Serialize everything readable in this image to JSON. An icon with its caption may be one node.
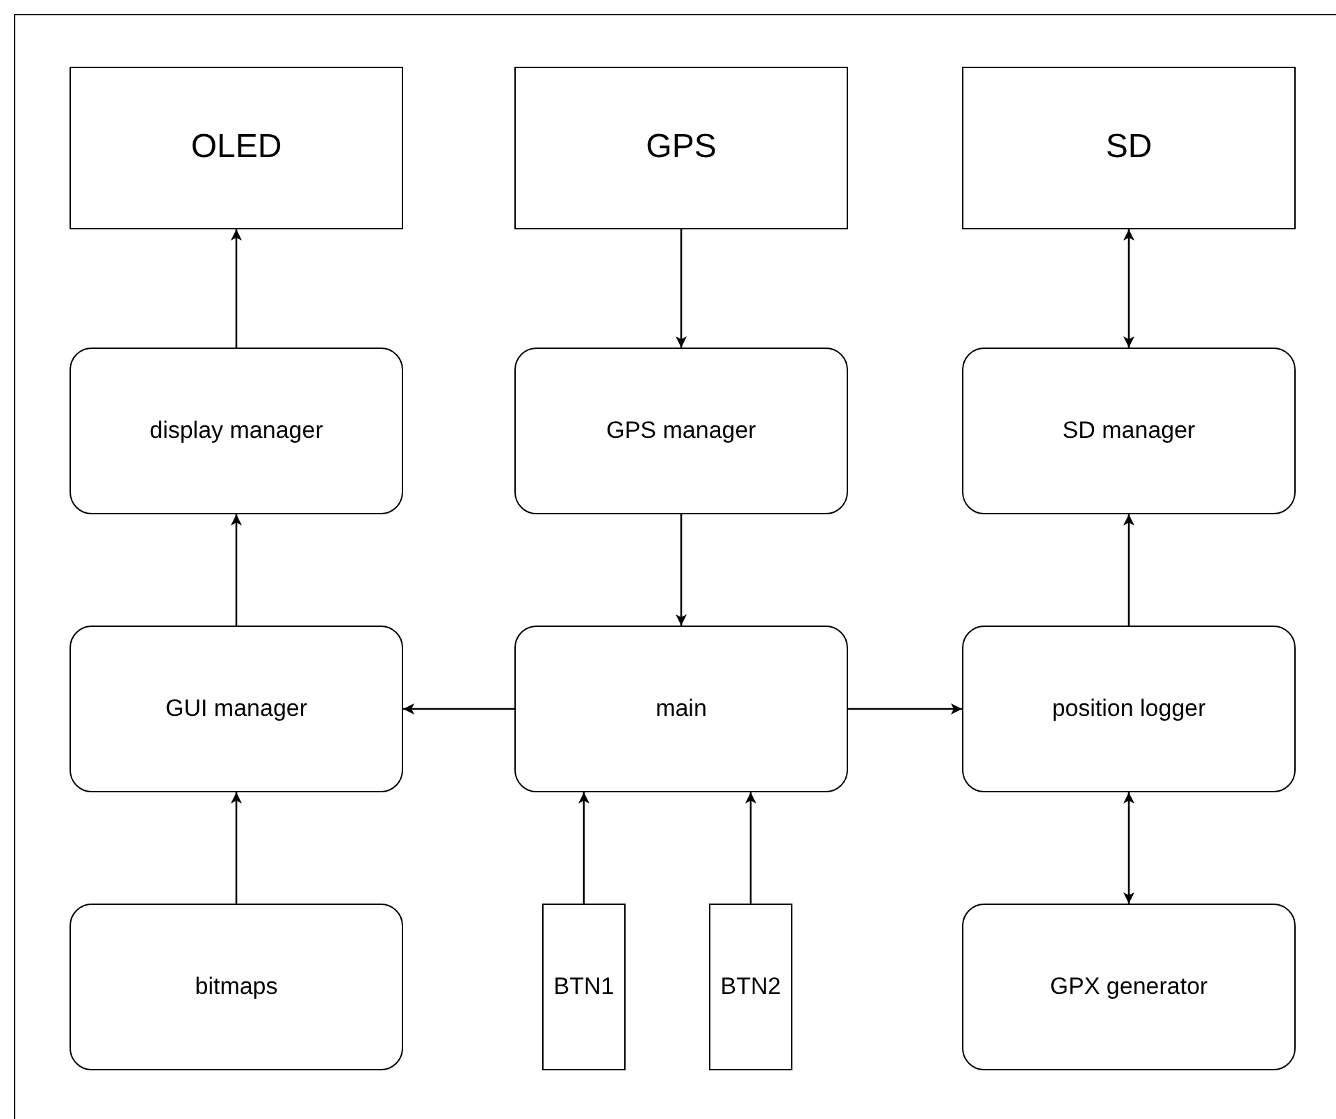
{
  "diagram": {
    "nodes": [
      {
        "text": [
          "OLED"
        ]
      },
      {
        "text": [
          "GPS"
        ]
      },
      {
        "text": [
          "SD"
        ]
      },
      {
        "text": [
          "display manager"
        ]
      },
      {
        "text": [
          "GPS manager"
        ]
      },
      {
        "text": [
          "SD manager"
        ]
      },
      {
        "text": [
          "GUI manager"
        ]
      },
      {
        "text": [
          "main"
        ]
      },
      {
        "text": [
          "position logger"
        ]
      },
      {
        "text": [
          "bitmaps"
        ]
      },
      {
        "text": [
          "BTN1"
        ]
      },
      {
        "text": [
          "BTN2"
        ]
      },
      {
        "text": [
          "GPX generator"
        ]
      }
    ],
    "edges": [
      {
        "from": 3,
        "to": 0,
        "arrow": "to"
      },
      {
        "from": 1,
        "to": 4,
        "arrow": "to"
      },
      {
        "from": 5,
        "to": 2,
        "arrow": "both"
      },
      {
        "from": 6,
        "to": 3,
        "arrow": "to"
      },
      {
        "from": 4,
        "to": 7,
        "arrow": "to"
      },
      {
        "from": 8,
        "to": 5,
        "arrow": "to"
      },
      {
        "from": 7,
        "to": 6,
        "arrow": "to"
      },
      {
        "from": 7,
        "to": 8,
        "arrow": "to"
      },
      {
        "from": 9,
        "to": 6,
        "arrow": "to"
      },
      {
        "from": 10,
        "to": 7,
        "arrow": "to"
      },
      {
        "from": 11,
        "to": 7,
        "arrow": "to"
      },
      {
        "from": 8,
        "to": 12,
        "arrow": "both"
      }
    ]
  }
}
